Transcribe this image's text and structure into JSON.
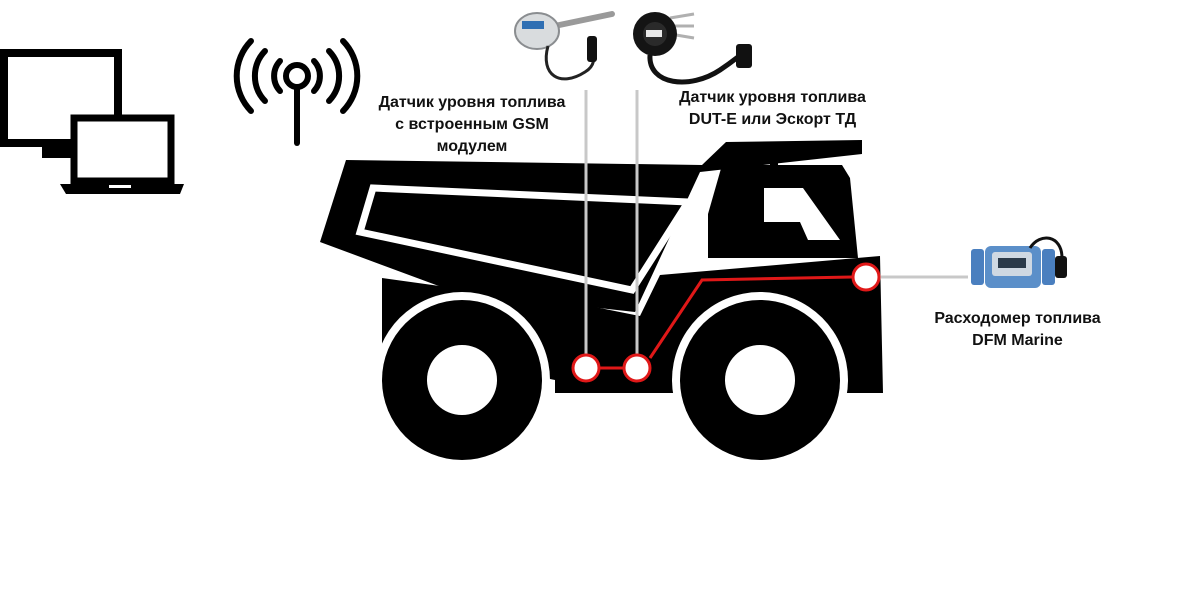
{
  "sensors": {
    "gsm": {
      "line1": "Датчик уровня топлива",
      "line2": "с встроенным GSM",
      "line3": "модулем"
    },
    "dut": {
      "line1": "Датчик уровня топлива",
      "line2": "DUT-E или Эскорт ТД"
    },
    "dfm": {
      "line1": "Расходомер топлива",
      "line2": "DFM Marine"
    }
  },
  "colors": {
    "truck": "#000000",
    "connection": "#e01818",
    "probe_line": "#c8c8c8",
    "node_fill": "#ffffff"
  },
  "icons": {
    "computer": "desktop-monitor-and-laptop",
    "antenna": "radio-antenna-waves",
    "gsm_sensor": "gsm-fuel-level-sensor",
    "dut_sensor": "dut-e-fuel-level-sensor",
    "flow_meter": "dfm-marine-flow-meter"
  }
}
